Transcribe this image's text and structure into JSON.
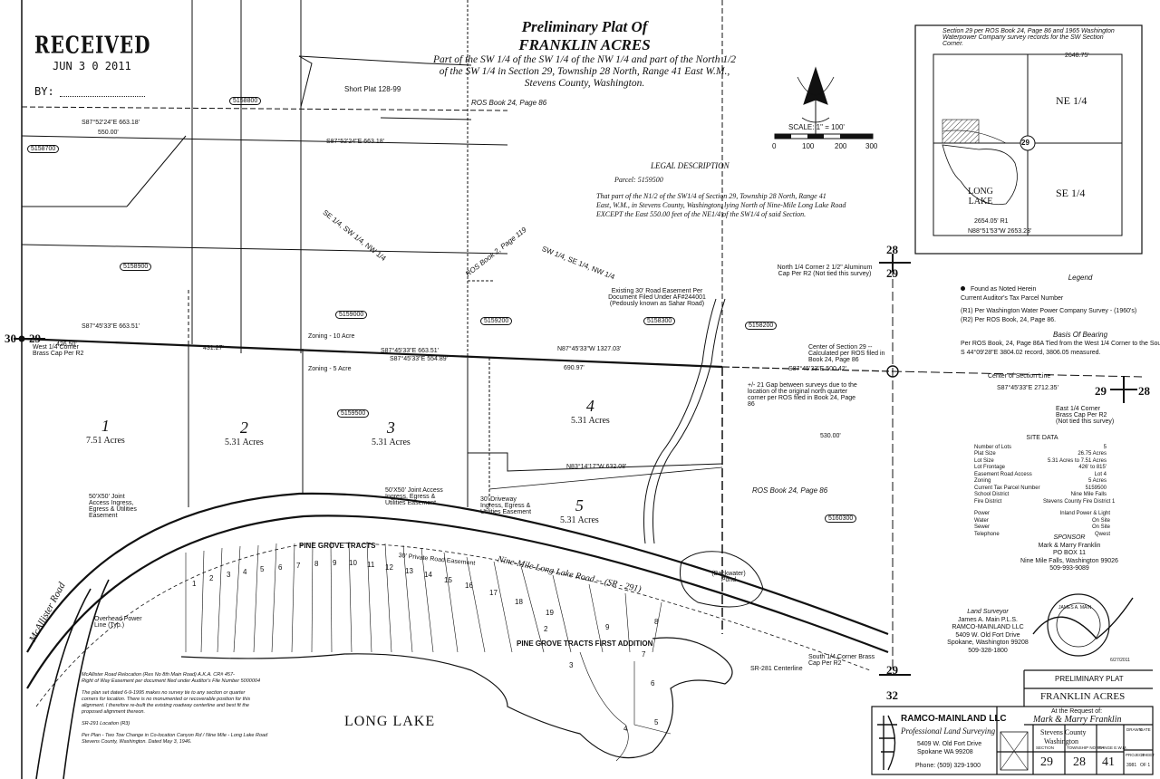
{
  "plat": {
    "title_line1": "Preliminary Plat Of",
    "title_line2": "FRANKLIN ACRES",
    "subtitle_lines": [
      "Part of the SW 1/4 of the SW 1/4 of the NW 1/4 and part of the North 1/2",
      "of the SW 1/4 in Section 29, Township 28 North, Range 41 East W.M.,",
      "Stevens County, Washington."
    ]
  },
  "stamp": {
    "heading": "RECEIVED",
    "date": "JUN 3 0 2011",
    "by_label": "BY:"
  },
  "scale": {
    "label": "SCALE: 1\" = 100'",
    "ticks": [
      "0",
      "100",
      "200",
      "300"
    ]
  },
  "legal": {
    "heading": "LEGAL DESCRIPTION",
    "parcel": "Parcel: 5159500",
    "lines": [
      "That part of the N1/2 of the SW1/4 of Section 29, Township 28 North, Range 41",
      "East, W.M., in Stevens County, Washington, lying North of Nine-Mile Long Lake Road",
      "EXCEPT the East 550.00 feet of the NE1/4 of the SW1/4 of said Section."
    ]
  },
  "lots": [
    {
      "num": "1",
      "acres": "7.51 Acres"
    },
    {
      "num": "2",
      "acres": "5.31 Acres"
    },
    {
      "num": "3",
      "acres": "5.31 Acres"
    },
    {
      "num": "4",
      "acres": "5.31 Acres"
    },
    {
      "num": "5",
      "acres": "5.31 Acres"
    }
  ],
  "labels": {
    "short_plat": "Short Plat 128-99",
    "ros_top": "ROS Book 24, Page 86",
    "ros_side": "ROS Book 24, Page 86",
    "ros_book2": "ROS Book 2, Page 119",
    "zoning_10": "Zoning - 10 Acre",
    "zoning_5": "Zoning - 5 Acre",
    "se_sw_nw": "SE 1/4, SW 1/4, NW 1/4",
    "sw_se_nw": "SW 1/4, SE 1/4, NW 1/4",
    "pine_grove": "PINE GROVE TRACTS",
    "pine_grove_first": "PINE GROVE TRACTS FIRST ADDITION",
    "road_name": "Nine-Mile Long Lake Road -- (SR - 291)",
    "private_road": "30' Private Road Easement",
    "mcallister": "McAllister Road",
    "long_lake": "LONG LAKE",
    "backwater": "(Backwater) Pond",
    "center_section": "Center of Section Line",
    "center_29": "Center of Section 29 -- Calculated per ROS filed in Book 24, Page 86",
    "west_corner": "West 1/4 Corner Brass Cap Per R2",
    "east_corner": "East 1/4 Corner Brass Cap Per R2 (Not tied this survey)",
    "north_corner": "North 1/4 Corner 2 1/2\" Aluminum Cap Per R2 (Not tied this survey)",
    "south_corner": "South 1/4 Corner Brass Cap Per R2",
    "existing_easement": "Existing 30' Road Easement Per Document Filed Under AF#244001 (Pedously known as Sahar Road)",
    "joint_access": "50'X50' Joint Access Ingress, Egress & Utilities Easement",
    "joint_access2": "50'X50' Joint Access Ingress, Egress & Utilities Easement",
    "driveway": "30' Driveway Ingress, Egress & Utilities Easement",
    "overhead_power": "Overhead Power Line (Typ.)",
    "gap_note": "+/- 21 Gap between surveys due to the location of the original north quarter corner per ROS filed in Book 24, Page 86",
    "bearing_top": "S87°52'24\"E 663.18'",
    "bearing_mid": "S87°45'33\"E 663.51'",
    "bearing_main": "S87°45'33\"E 554.89'",
    "bearing_center": "S87°45'33\"E 500.42'",
    "bearing_east": "S87°45'33\"E 2712.35'",
    "dist_426": "426.50'",
    "dist_431": "431.27'",
    "dist_690": "690.97'",
    "dist_530": "530.00'",
    "dist_663": "663.18'",
    "dist_550": "550.00'",
    "lot4_5_line": "N83°14'17\"W 632.08'",
    "wg_line": "N87°45'33\"W 1327.03'",
    "num_2": "2",
    "num_3": "3",
    "num_4": "4",
    "num_5": "5",
    "num_6": "6",
    "num_7": "7",
    "num_8": "8",
    "num_9": "9",
    "sr_centerline": "SR-281 Centerline",
    "sec_28": "28",
    "sec_29": "29",
    "sec_30": "30",
    "sec_32": "32"
  },
  "tracts_upper": [
    "1",
    "2",
    "3",
    "4",
    "5",
    "6",
    "7",
    "8",
    "9",
    "10",
    "11",
    "12",
    "13",
    "14",
    "15",
    "16",
    "17",
    "18",
    "19"
  ],
  "parcel_ids": [
    "5158700",
    "5158800",
    "5158900",
    "5159000",
    "5159500",
    "5158300",
    "5159200",
    "5160300",
    "5158200"
  ],
  "inset": {
    "header": "Section 29 per ROS Book 24, Page 86 and 1965 Washington Waterpower Company survey records for the SW Section Corner.",
    "ne": "NE 1/4",
    "se": "SE 1/4",
    "lake": "LONG LAKE",
    "center": "29",
    "top_dist": "2648.75'",
    "bot_dist": "2654.05' R1",
    "bot_bearing": "N88°51'53\"W 2653.23'"
  },
  "legend": {
    "heading": "Legend",
    "items": [
      "Found as Noted Herein",
      "Current Auditor's Tax Parcel Number",
      "(R1) Per Washington Water Power Company Survey - (1960's)",
      "(R2) Per ROS Book, 24, Page 86."
    ],
    "basis_heading": "Basis Of Bearing",
    "basis_lines": [
      "Per ROS Book, 24, Page 86A Tied from the West 1/4 Corner to the South 1/4 Corner:",
      "S 44°09'28\"E 3804.02 record, 3806.05 measured."
    ]
  },
  "site_data": {
    "heading": "SITE DATA",
    "rows": [
      [
        "Number of Lots",
        "5"
      ],
      [
        "Plat Size",
        "26.75 Acres"
      ],
      [
        "Lot Size",
        "5.31 Acres to 7.51 Acres"
      ],
      [
        "Lot Frontage",
        "426' to 815'"
      ],
      [
        "Easement Road Access",
        "Lot 4"
      ],
      [
        "Zoning",
        "5 Acres"
      ],
      [
        "Current Tax Parcel Number",
        "5159500"
      ],
      [
        "School District",
        "Nine Mile Falls"
      ],
      [
        "Fire District",
        "Stevens County Fire District 1"
      ]
    ],
    "utilities": [
      [
        "Power",
        "Inland Power & Light"
      ],
      [
        "Water",
        "On Site"
      ],
      [
        "Sewer",
        "On Site"
      ],
      [
        "Telephone",
        "Qwest"
      ]
    ]
  },
  "sponsor": {
    "heading": "SPONSOR",
    "lines": [
      "Mark & Marry Franklin",
      "PO BOX 11",
      "Nine Mile Falls, Washington 99026",
      "509-993-9089"
    ]
  },
  "surveyor": {
    "heading": "Land Surveyor",
    "lines": [
      "James A. Main P.L.S.",
      "RAMCO-MAINLAND LLC",
      "5409 W. Old Fort Drive",
      "Spokane, Washington 99208",
      "509-328-1800"
    ]
  },
  "seal": {
    "name": "JAMES A. MAIN",
    "date": "6/27/2011"
  },
  "title_block": {
    "company": "RAMCO-MAINLAND LLC",
    "tagline": "Professional Land Surveying",
    "address1": "5409 W. Old Fort Drive",
    "address2": "Spokane WA 99208",
    "phone": "Phone: (509) 329-1900",
    "preliminary": "PRELIMINARY PLAT",
    "plat_name": "FRANKLIN ACRES",
    "request": "At the Request of:",
    "client": "Mark & Marry Franklin",
    "county": "Stevens County",
    "state": "Washington",
    "section_label": "SECTION",
    "township_label": "TOWNSHIP NORTH",
    "range_label": "RANGE E.W.M.",
    "section": "29",
    "township": "28",
    "range": "41",
    "drawn_label": "DRAWN",
    "date_label": "DATE",
    "project_label": "PROJECT",
    "sheet_label": "SHEET",
    "project": "3981",
    "sheet": "OF 1"
  },
  "mcallister_notes": [
    "McAllister Road Relocation (Res No 8th Main Road) A.K.A. CR# 457-",
    "Right of Way Easement per document filed under Auditor's File Number 5000004"
  ],
  "bottom_notes": [
    "The plan set dated 6-9-1995 makes no survey tie to any section or quarter",
    "corners for location. There is no monumented or recoverable position for this",
    "alignment. I therefore re-built the existing roadway centerline and best fit the",
    "proposed alignment thereon.",
    "SR-291 Location (R3)",
    "Per Plan - Two Tow Change in Co-location Canyon Rd / Nine Mile - Long Lake Road",
    "Stevens County, Washington. Dated May 3, 1946."
  ]
}
